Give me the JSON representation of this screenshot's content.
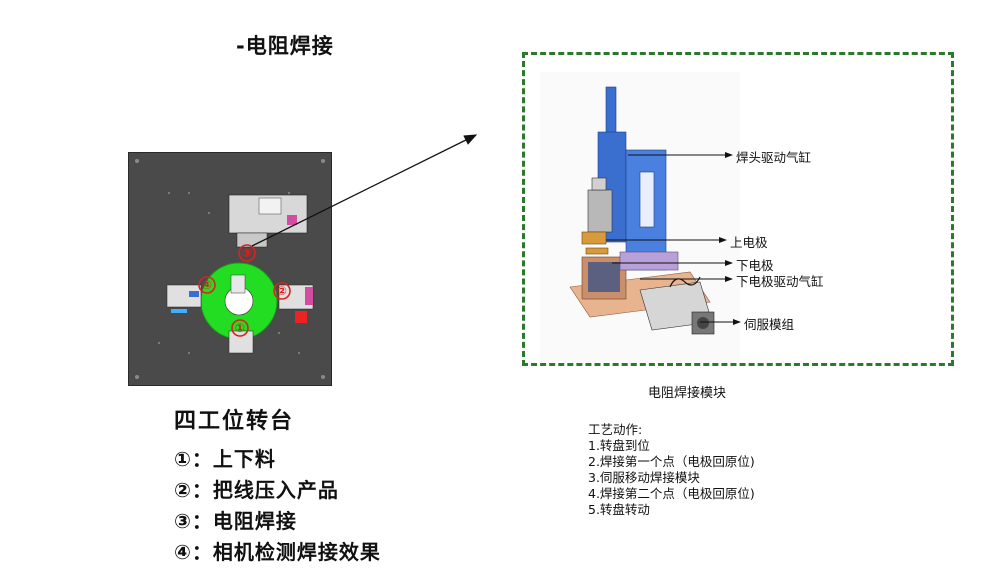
{
  "title": "-电阻焊接",
  "turntable": {
    "title": "四工位转台",
    "stations": [
      "①：上下料",
      "②：把线压入产品",
      "③：电阻焊接",
      "④：相机检测焊接效果"
    ],
    "markers": [
      "①",
      "②",
      "③",
      "④"
    ]
  },
  "module": {
    "caption": "电阻焊接模块",
    "callouts": [
      "焊头驱动气缸",
      "上电极",
      "下电极",
      "下电极驱动气缸",
      "伺服模组"
    ]
  },
  "process": {
    "heading": "工艺动作:",
    "steps": [
      "1.转盘到位",
      "2.焊接第一个点（电极回原位)",
      "3.伺服移动焊接模块",
      "4.焊接第二个点（电极回原位)",
      "5.转盘转动"
    ]
  },
  "colors": {
    "frame_green": "#2b7a2b",
    "turntable_green": "#22dd22",
    "marker_red": "#e02020",
    "cylinder_blue": "#3a6fd0"
  }
}
